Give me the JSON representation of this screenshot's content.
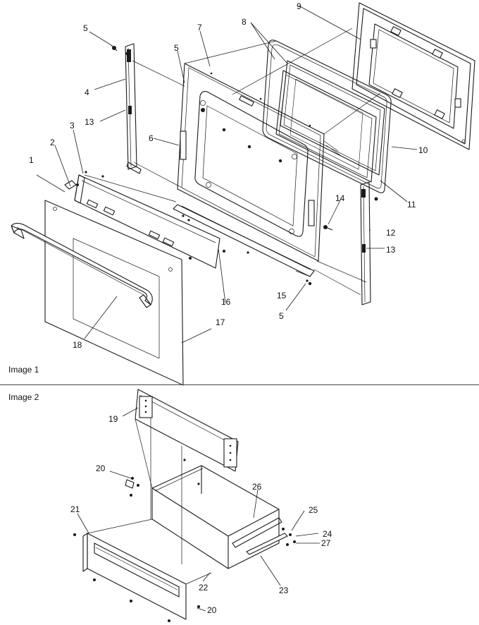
{
  "figures": [
    {
      "caption": "Image 1"
    },
    {
      "caption": "Image 2"
    }
  ],
  "callouts": {
    "c1": "1",
    "c2": "2",
    "c3": "3",
    "c4": "4",
    "c5a": "5",
    "c5b": "5",
    "c5c": "5",
    "c6": "6",
    "c7": "7",
    "c8": "8",
    "c9": "9",
    "c10": "10",
    "c11": "11",
    "c12": "12",
    "c13a": "13",
    "c13b": "13",
    "c14": "14",
    "c15": "15",
    "c16": "16",
    "c17": "17",
    "c18": "18",
    "c19": "19",
    "c20a": "20",
    "c20b": "20",
    "c21": "21",
    "c22": "22",
    "c23": "23",
    "c24": "24",
    "c25": "25",
    "c26": "26",
    "c27": "27"
  }
}
